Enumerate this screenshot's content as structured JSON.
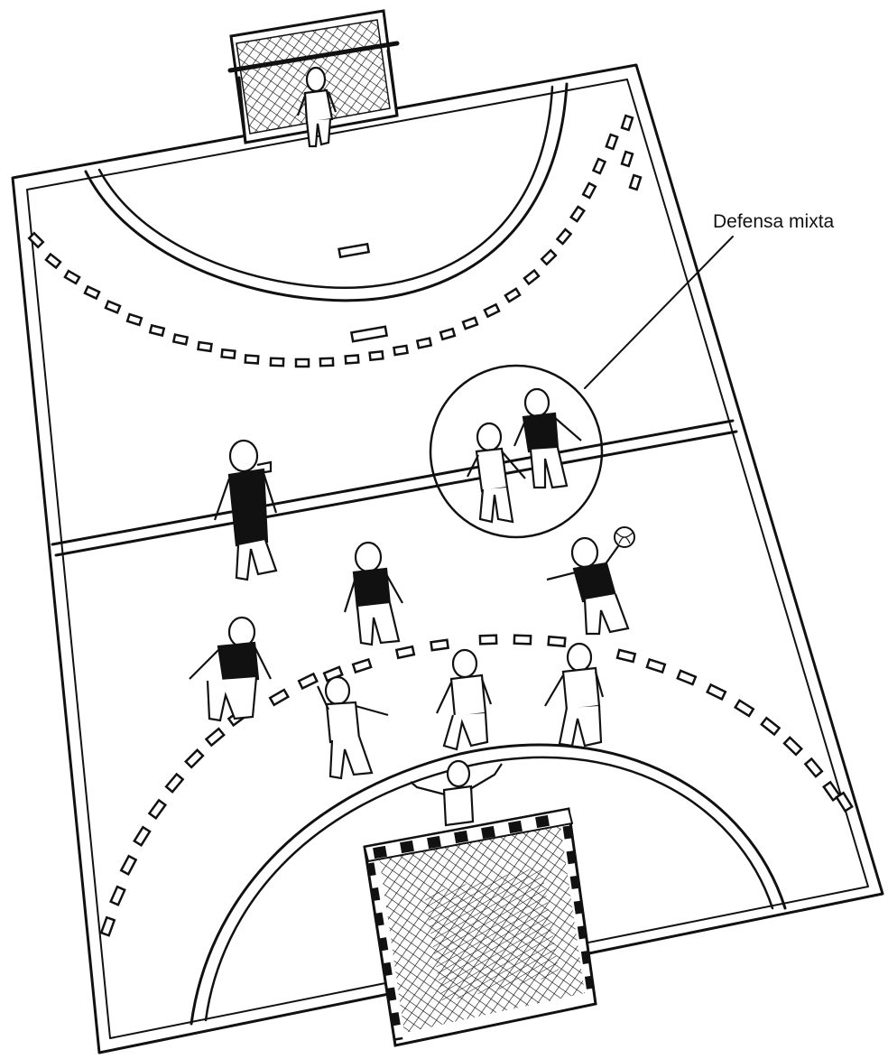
{
  "annotation": {
    "label": "Defensa mixta"
  },
  "colors": {
    "ink": "#111111",
    "paper": "#ffffff",
    "dark_jersey": "#111111",
    "light_jersey": "#ffffff"
  },
  "scene": {
    "court": "handball-court",
    "attacking_team": "dark-jersey",
    "defending_team": "light-jersey"
  }
}
